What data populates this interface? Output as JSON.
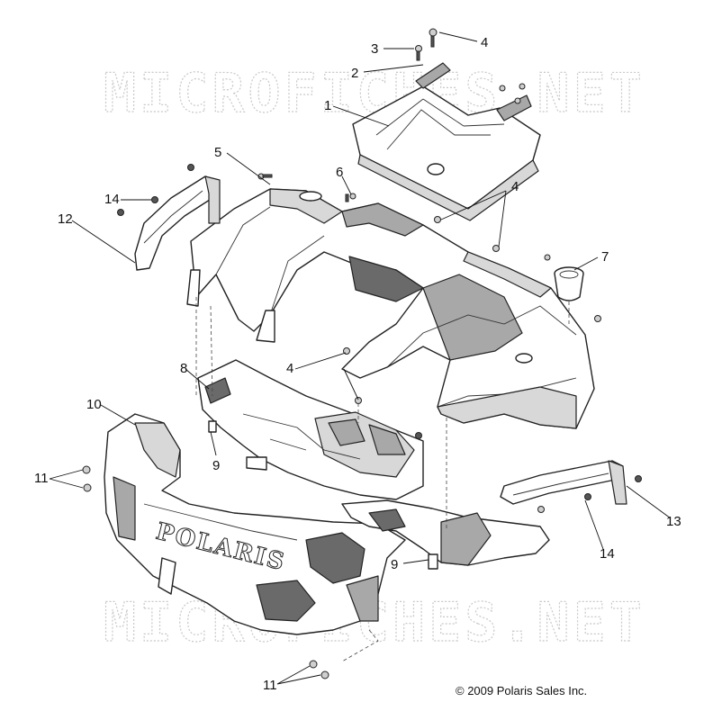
{
  "watermark": "MICROFICHES.NET",
  "brand_text": "POLARIS",
  "copyright": "© 2009 Polaris Sales Inc.",
  "callouts": {
    "c1": "1",
    "c2": "2",
    "c3": "3",
    "c4a": "4",
    "c4b": "4",
    "c4c": "4",
    "c5": "5",
    "c6": "6",
    "c7": "7",
    "c8": "8",
    "c9a": "9",
    "c9b": "9",
    "c10": "10",
    "c11a": "11",
    "c11b": "11",
    "c12": "12",
    "c13": "13",
    "c14a": "14",
    "c14b": "14"
  }
}
